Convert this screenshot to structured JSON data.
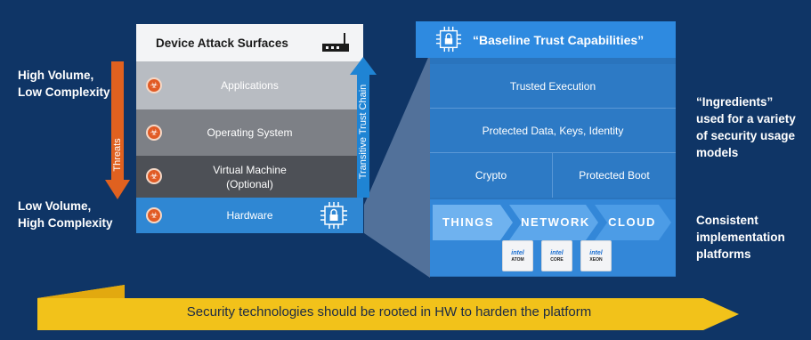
{
  "left_notes": {
    "top": "High Volume,\nLow Complexity",
    "bottom": "Low Volume,\nHigh Complexity"
  },
  "attack_stack": {
    "title": "Device Attack Surfaces",
    "title_icon": "router-icon",
    "layers": [
      {
        "label": "Applications",
        "color": "#b8bcc2"
      },
      {
        "label": "Operating System",
        "color": "#7d8086"
      },
      {
        "label": "Virtual Machine\n(Optional)",
        "color": "#4d5056"
      },
      {
        "label": "Hardware",
        "color": "#2f87d3"
      }
    ],
    "threat_icon": "biohazard-icon",
    "hardware_icon": "lock-chip-icon",
    "threats_label": "Threats",
    "trust_chain_label": "Transitive Trust Chain"
  },
  "trust_stack": {
    "title": "“Baseline Trust Capabilities”",
    "title_icon": "lock-chip-icon",
    "rows": [
      "Trusted Execution",
      "Protected Data, Keys, Identity"
    ],
    "split_row": [
      "Crypto",
      "Protected Boot"
    ],
    "platform_chevrons": [
      "THINGS",
      "NETWORK",
      "CLOUD"
    ],
    "chips": [
      {
        "brand": "intel",
        "name": "ATOM",
        "icon": "intel-atom-chip-icon"
      },
      {
        "brand": "intel",
        "name": "CORE",
        "icon": "intel-core-chip-icon"
      },
      {
        "brand": "intel",
        "name": "XEON",
        "icon": "intel-xeon-chip-icon"
      }
    ]
  },
  "right_notes": {
    "ingredients": "“Ingredients”\nused for a variety\nof security usage\nmodels",
    "consistent": "Consistent\nimplementation\nplatforms"
  },
  "banner": {
    "text": "Security technologies should be rooted in HW to harden the platform",
    "color": "#f2c21a"
  },
  "colors": {
    "background": "#0f3566",
    "threat_arrow": "#e0611f",
    "trust_arrow": "#1f84d4",
    "trust_panel": "#2a74bd"
  }
}
